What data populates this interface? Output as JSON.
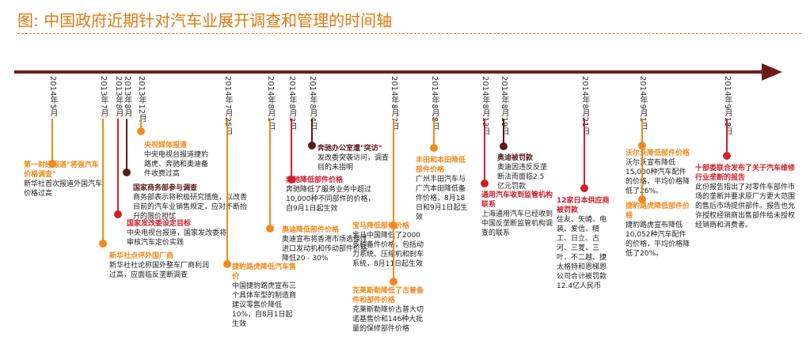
{
  "title": "图: 中国政府近期针对汽车业展开调查和管理的时间轴",
  "colors": {
    "title": "#e07a10",
    "axis": "#6e1a1a",
    "orange": "#f08a1c",
    "red": "#d0202a",
    "brown": "#5a1a1a"
  },
  "chart_data": {
    "type": "timeline",
    "events": [
      {
        "date": "2014年5月",
        "color": "orange",
        "headline": "第一财经报道\"将强汽车价格调查\"",
        "detail": "新华社首次报道外国汽车价格过高"
      },
      {
        "date": "2013年7月",
        "color": "orange",
        "headline": "新华社点评外国厂商",
        "detail": "新华社社论称国外整车厂商利润过高，应面临反垄断调查"
      },
      {
        "date": "2013年8月",
        "color": "red",
        "headline": "国家发改委设定目标",
        "detail": "中央电视台报道，国家发改委将审核汽车定价实践"
      },
      {
        "date": "2013年8月",
        "color": "brown",
        "headline": "国家商务部参与调查",
        "detail": "商务部表示将积极研究措施，以改善目前的汽车业销售规定，应对不断抬升的限价担忧"
      },
      {
        "date": "2013年12月",
        "color": "orange",
        "headline": "央视媒体报道",
        "detail": "中央电视台报道捷豹路虎、奔驰和奥迪备件收费过高"
      },
      {
        "date": "2014年7月25日",
        "color": "orange",
        "headline": "捷豹路虎降低汽车售价",
        "detail": "中国捷豹路虎宣布三个具体车型的制造商建议零售价降低10%，自8月1日起生效"
      },
      {
        "date": "2014年8月1日",
        "color": "orange",
        "headline": "奥迪降低部件价格",
        "detail": "奥迪宣布将香港市场选择性进口发动机和传动部件价格降低20 - 30%"
      },
      {
        "date": "2014年8月3日",
        "color": "red",
        "headline": "奔驰降低部件价格",
        "detail": "奔驰降低了服务业务中超过10,000种不同部件的价格，自9月1日起生效"
      },
      {
        "date": "2014年8月4日",
        "color": "brown",
        "headline": "奔驰办公室遭\"突访\"",
        "detail": "发改委突袭访问，调查目的未指明"
      },
      {
        "date": "2014年8月7日",
        "color": "orange",
        "headline": "宝马降低部件价格",
        "detail": "宝马中国降低了2000多种备件价格，包括动力系统、压缩机和刹车系统，8月11日起生效"
      },
      {
        "date": "2014年8月7日",
        "color": "orange",
        "headline": "克莱斯勒降低了古普备件和部件价格",
        "detail": "克莱斯勒降价古普大切诺基售价和146种大批量的保修部件价格"
      },
      {
        "date": "2014年8月8日",
        "color": "orange",
        "headline": "丰田和本田降低部件价格",
        "detail": "广州丰田汽车与广汽本田降低备件价格，8月18日和9月1日起生效"
      },
      {
        "date": "2014年8月13日",
        "color": "red",
        "headline": "通用汽车收到监管机构联系",
        "detail": "上海通用汽车已经收到中国反垄断监管机构调查的联系"
      },
      {
        "date": "2014年8月19日",
        "color": "brown",
        "headline": "奥迪被罚款",
        "detail": "奥迪因违反反垄断法而面临2.5亿元罚款"
      },
      {
        "date": "2014年8月21日",
        "color": "red",
        "headline": "12家日本供应商被罚款",
        "detail": "住友、矢崎、电装、爱信、精工、日立、古河、三菱、三叶、不二越、捷太格特和恩梯恩公司合计被罚款12.4亿人民币"
      },
      {
        "date": "2014年9月1日",
        "color": "orange",
        "headline": "沃尔沃降低部件价格",
        "detail": "沃尔沃宣布降低15,000种汽车配件的价格，平均价格降低了26%。"
      },
      {
        "date": "2014年9月1日",
        "color": "orange",
        "headline": "捷豹路虎降低部件价格",
        "detail": "捷豹路虎宣布降低10,052种汽车配件的价格，平均价格降低了20%。"
      },
      {
        "date": "2014年9月18日",
        "color": "red",
        "headline": "十部委联合发布了关于汽车维修行业垄断的报告",
        "detail": "此份报告指出了对零件车部件市场的垄断并要求原厂方更大范围的售后市场提供部件。报告也允许授权经销商出售部件给未授权经销商和消费者。"
      }
    ]
  }
}
